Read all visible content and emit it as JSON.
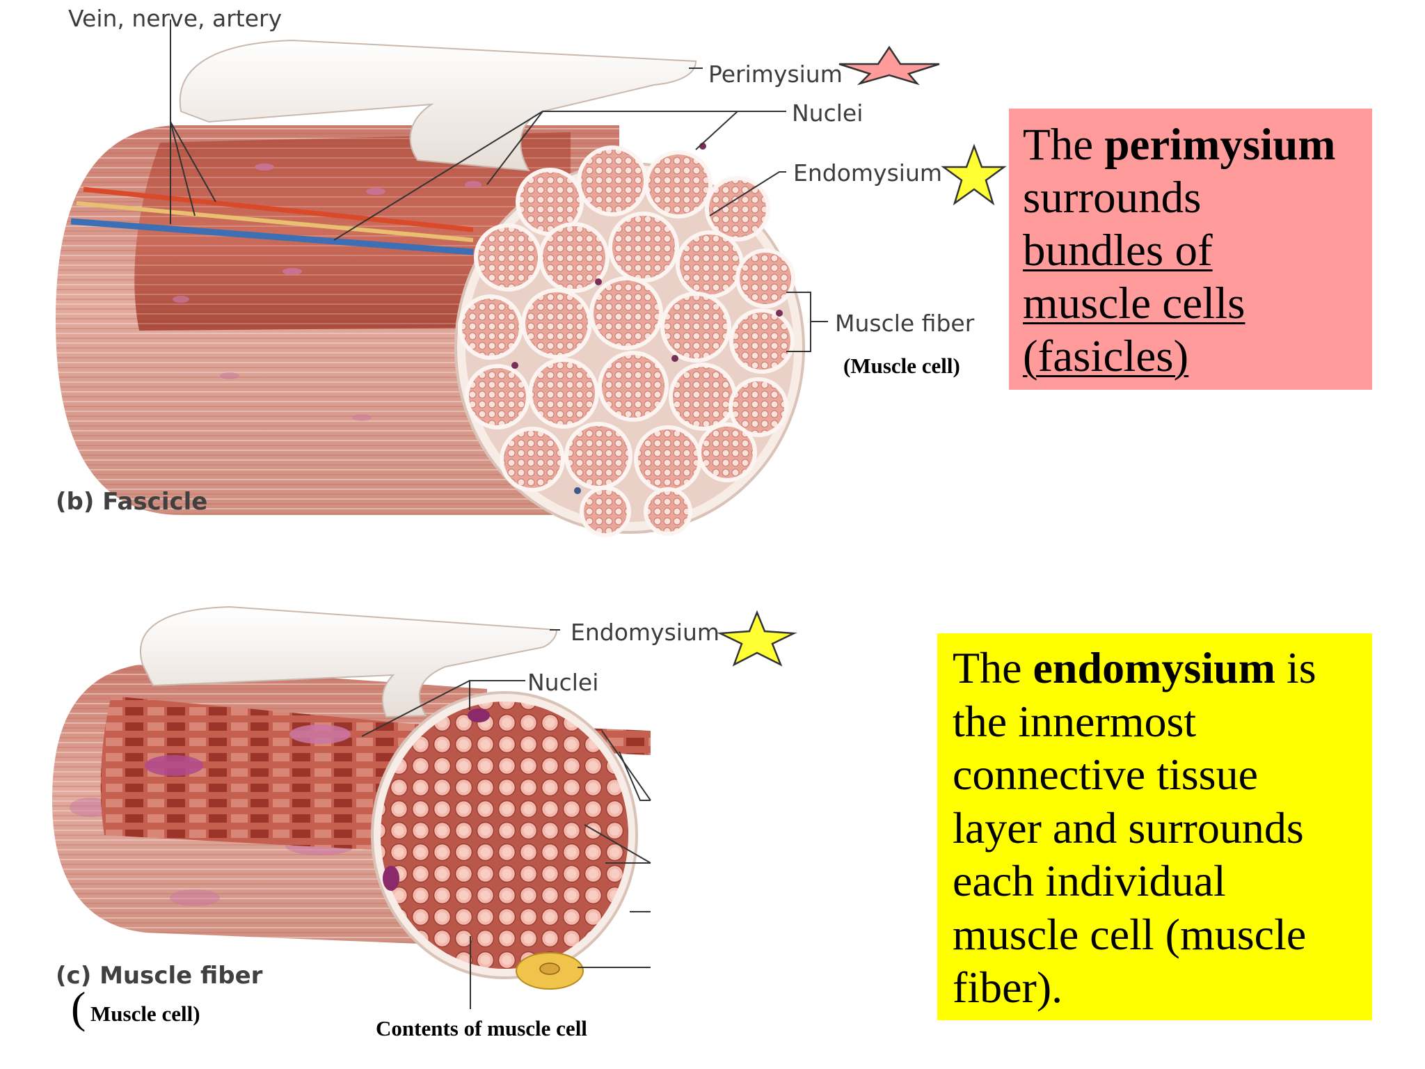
{
  "colors": {
    "tissue": "#d9998a",
    "tissue_dark": "#b8473a",
    "sheath": "#f7f2ee",
    "fiber": "#f2b3a6",
    "nucleus": "#7a2f5a",
    "vein": "#3d6fb5",
    "artery": "#d94a2b",
    "nerve": "#e8c070",
    "box_pink": "#ff9b9b",
    "box_yellow": "#ffff00",
    "star_pink": "#ff9b9b",
    "star_yellow": "#ffff33"
  },
  "fascicle": {
    "labels": {
      "vessels": "Vein, nerve, artery",
      "perimysium": "Perimysium",
      "nuclei": "Nuclei",
      "endomysium": "Endomysium",
      "muscle_fiber": "Muscle fiber",
      "muscle_cell_note": "(Muscle cell)",
      "caption": "(b) Fascicle"
    },
    "stars": [
      {
        "icon": "star-icon",
        "color": "pink",
        "marks": "Perimysium"
      },
      {
        "icon": "star-icon",
        "color": "yellow",
        "marks": "Endomysium"
      }
    ]
  },
  "fiber": {
    "labels": {
      "endomysium": "Endomysium",
      "nuclei": "Nuclei",
      "caption": "(c) Muscle fiber",
      "paren": "(",
      "muscle_cell_note": "Muscle cell)",
      "contents": "Contents of muscle cell"
    },
    "stars": [
      {
        "icon": "star-icon",
        "color": "yellow",
        "marks": "Endomysium"
      }
    ]
  },
  "perimysium_box": {
    "t1": "The ",
    "t2": "perimysium",
    "t3": "surrounds",
    "t4": "bundles of",
    "t5": "muscle cells",
    "t6": "(fasicles)"
  },
  "endomysium_box": {
    "t1": "The ",
    "t2": "endomysium",
    "t3": " is",
    "t4": "the innermost",
    "t5": "connective tissue",
    "t6": "layer and surrounds",
    "t7": "each individual",
    "t8": "muscle cell (muscle",
    "t9": "fiber)."
  }
}
